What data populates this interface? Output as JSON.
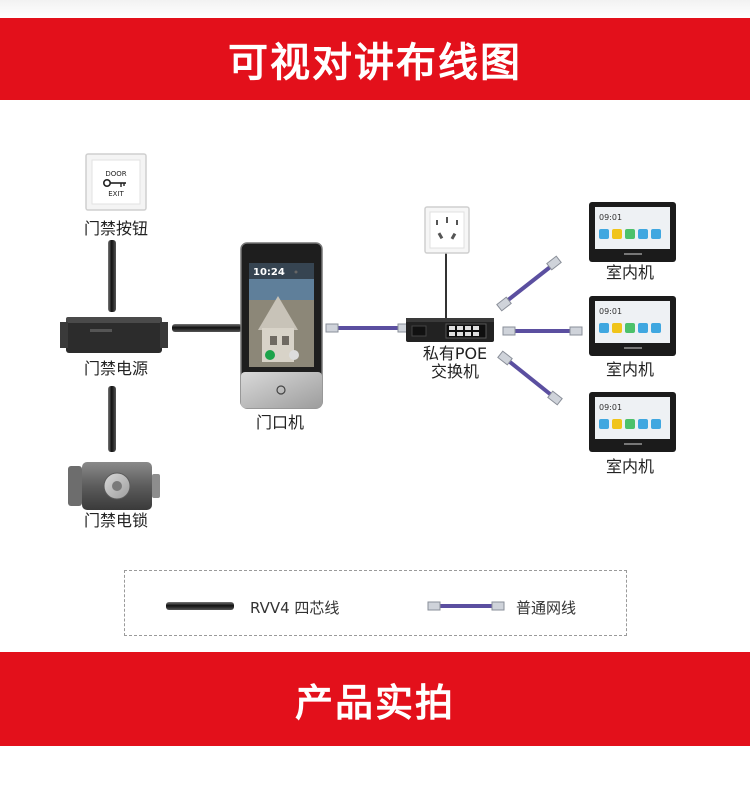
{
  "header": {
    "title": "可视对讲布线图"
  },
  "devices": {
    "exit_button": {
      "label": "门禁按钮",
      "plate_top": "DOOR",
      "plate_bottom": "EXIT"
    },
    "power_supply": {
      "label": "门禁电源"
    },
    "lock": {
      "label": "门禁电锁"
    },
    "door_station": {
      "label": "门口机",
      "screen_time": "10:24"
    },
    "switch": {
      "label_line1": "私有POE",
      "label_line2": "交换机"
    },
    "indoor_1": {
      "label": "室内机",
      "screen_time": "09:01"
    },
    "indoor_2": {
      "label": "室内机",
      "screen_time": "09:01"
    },
    "indoor_3": {
      "label": "室内机",
      "screen_time": "09:01"
    }
  },
  "legend": {
    "rvv4_label": "RVV4 四芯线",
    "network_label": "普通网线"
  },
  "footer": {
    "title": "产品实拍"
  },
  "colors": {
    "brand_red": "#e3101b",
    "network_cable": "#5b4fa0",
    "rvv_cable": "#333333"
  }
}
